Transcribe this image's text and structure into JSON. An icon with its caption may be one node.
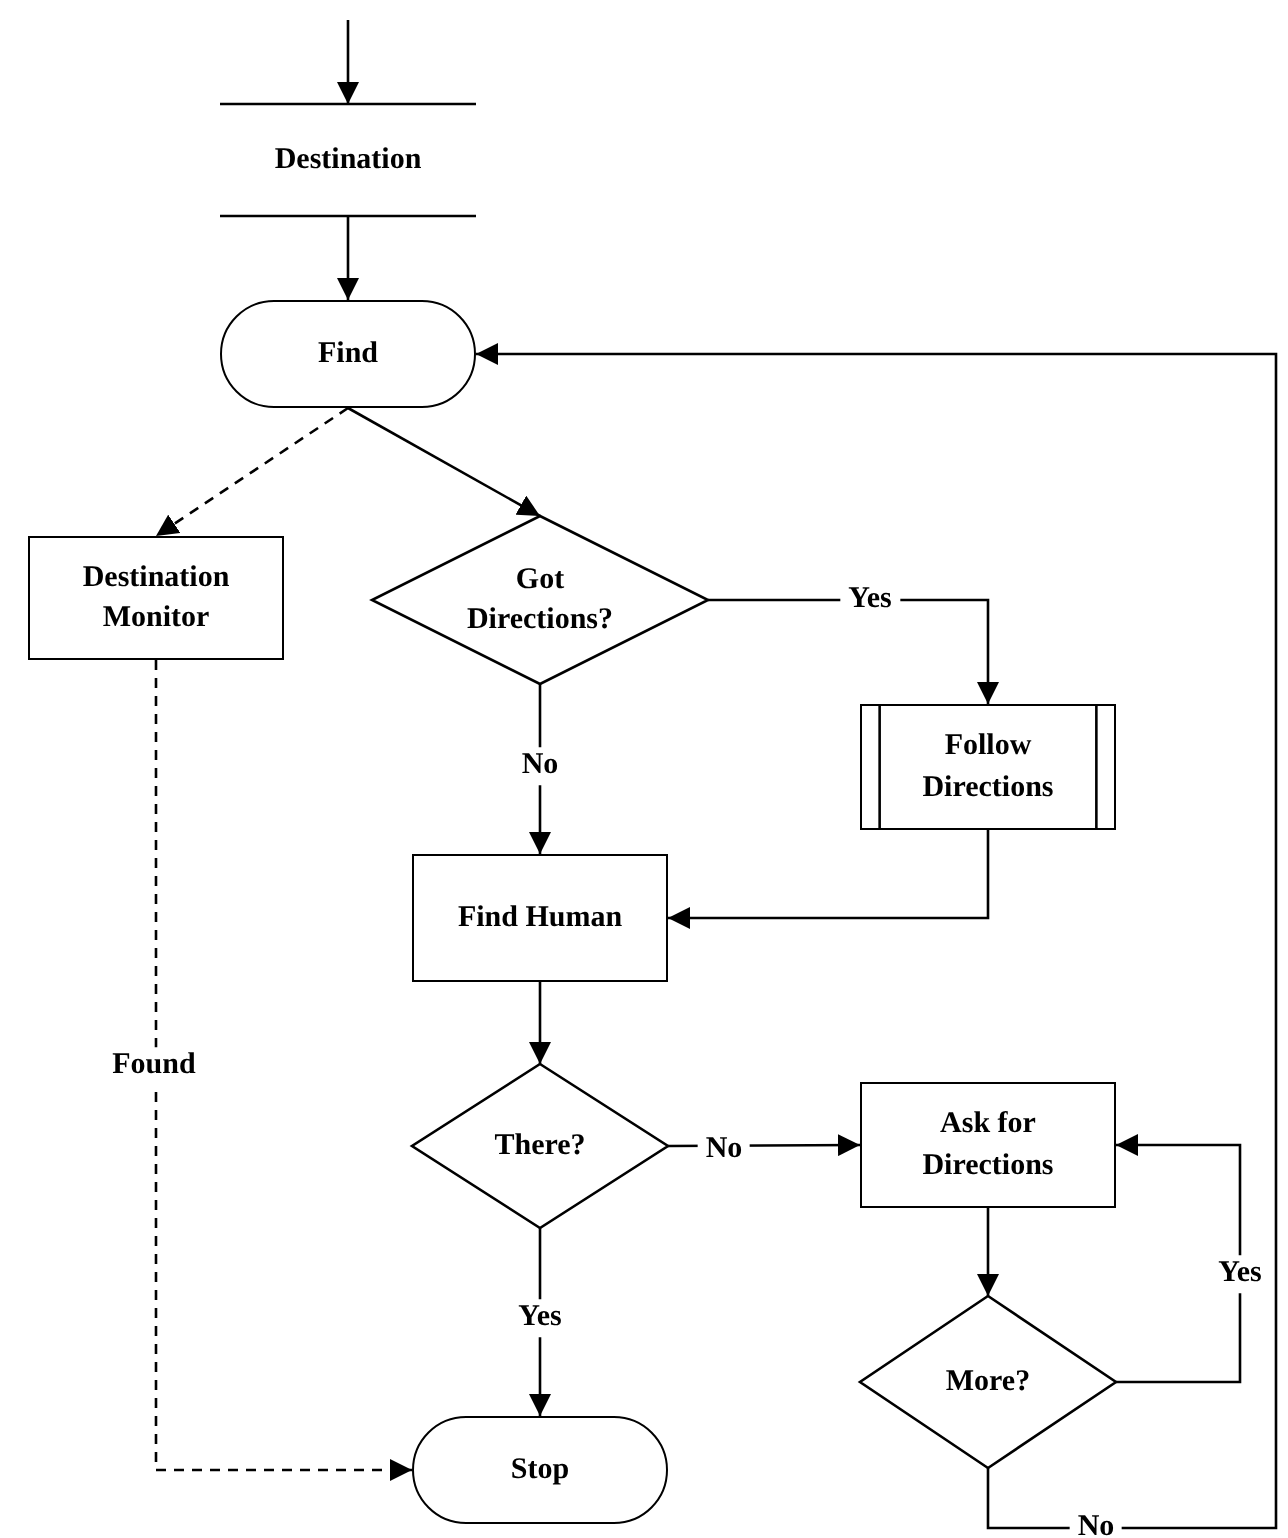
{
  "diagram": {
    "nodes": [
      {
        "text": [
          "Destination"
        ]
      },
      {
        "text": [
          "Find"
        ]
      },
      {
        "text": [
          "Destination Monitor"
        ]
      },
      {
        "text": [
          "Got Directions?"
        ]
      },
      {
        "text": [
          "Follow Directions"
        ]
      },
      {
        "text": [
          "Find Human"
        ]
      },
      {
        "text": [
          "There?"
        ]
      },
      {
        "text": [
          "Ask for Directions"
        ]
      },
      {
        "text": [
          "More?"
        ]
      },
      {
        "text": [
          "Stop"
        ]
      }
    ],
    "edges": [
      {
        "from": null,
        "to": 0,
        "arrow": "to"
      },
      {
        "from": 0,
        "to": 1,
        "arrow": "to"
      },
      {
        "from": 1,
        "to": 3,
        "arrow": "to"
      },
      {
        "from": 1,
        "to": 2,
        "arrow": "to",
        "style": "dashed"
      },
      {
        "from": 3,
        "to": 4,
        "arrow": "to",
        "label": "Yes"
      },
      {
        "from": 3,
        "to": 5,
        "arrow": "to",
        "label": "No"
      },
      {
        "from": 4,
        "to": 5,
        "arrow": "to"
      },
      {
        "from": 5,
        "to": 6,
        "arrow": "to"
      },
      {
        "from": 6,
        "to": 7,
        "arrow": "to",
        "label": "No"
      },
      {
        "from": 6,
        "to": 9,
        "arrow": "to",
        "label": "Yes"
      },
      {
        "from": 7,
        "to": 8,
        "arrow": "to"
      },
      {
        "from": 8,
        "to": 7,
        "arrow": "to",
        "label": "Yes"
      },
      {
        "from": 8,
        "to": 1,
        "arrow": "to",
        "label": "No"
      },
      {
        "from": 2,
        "to": 9,
        "arrow": "to",
        "label": "Found",
        "style": "dashed"
      }
    ]
  }
}
